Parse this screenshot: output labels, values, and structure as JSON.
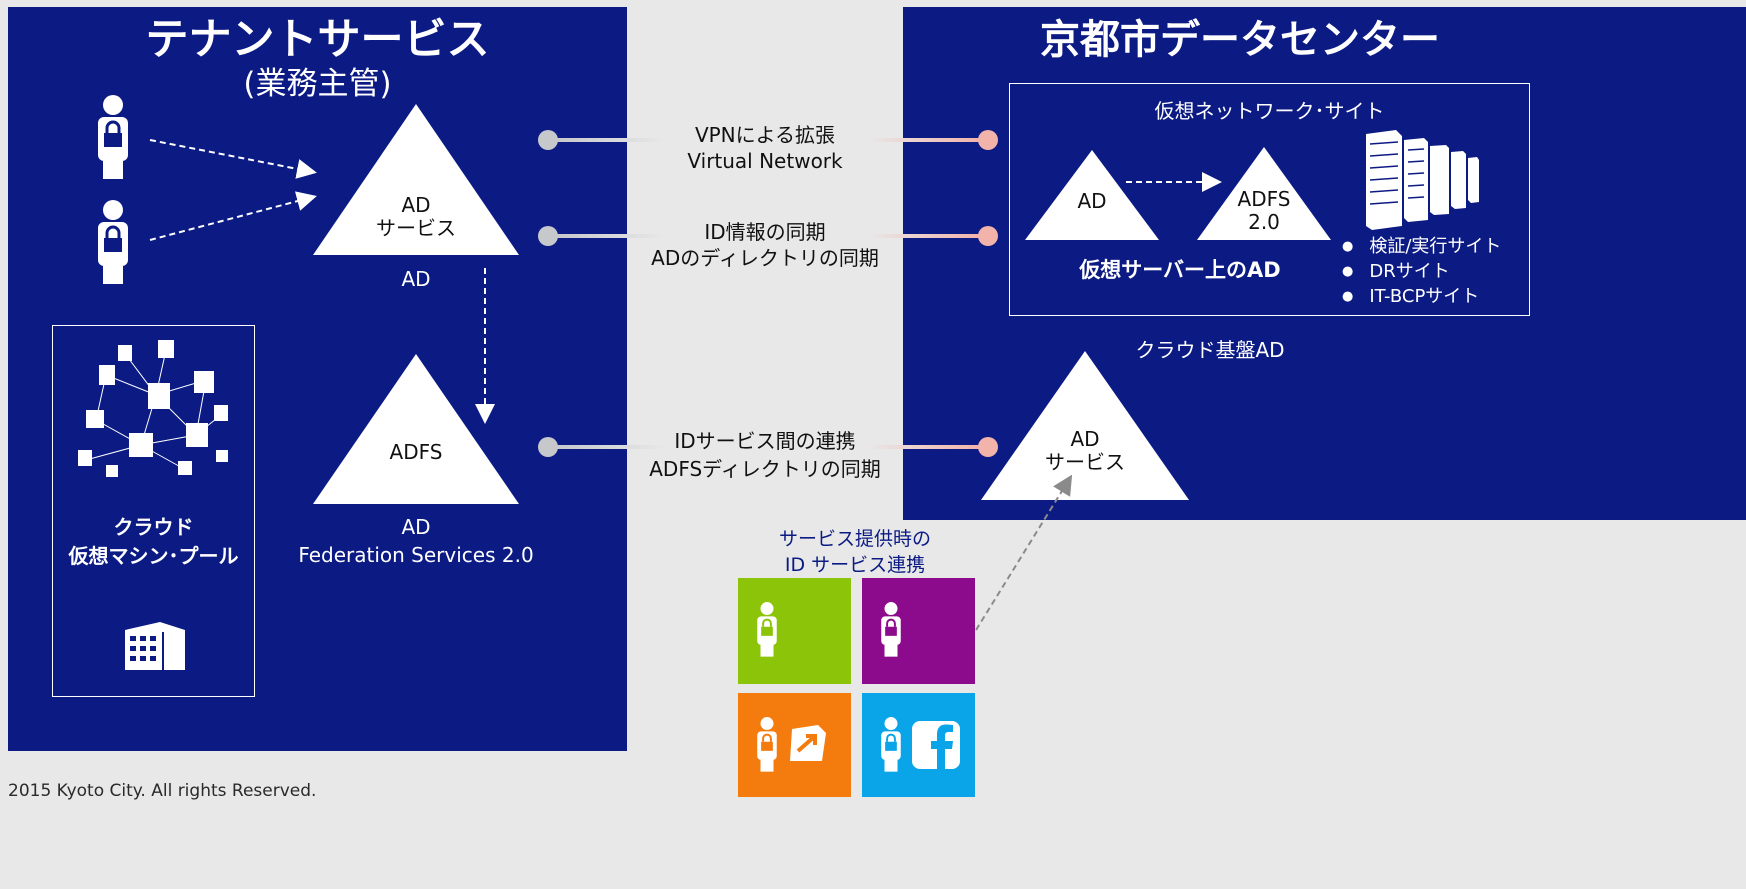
{
  "left": {
    "title": "テナントサービス",
    "subtitle": "(業務主管)",
    "ad_triangle": "AD\nサービス",
    "ad_caption": "AD",
    "adfs_triangle": "ADFS",
    "adfs_caption_1": "AD",
    "adfs_caption_2": "Federation Services 2.0",
    "pool_label_1": "クラウド",
    "pool_label_2": "仮想マシン･プール"
  },
  "middle": {
    "link1_1": "VPNによる拡張",
    "link1_2": "Virtual Network",
    "link2_1": "ID情報の同期",
    "link2_2": "ADのディレクトリの同期",
    "link3_1": "IDサービス間の連携",
    "link3_2": "ADFSディレクトリの同期",
    "services_1": "サービス提供時の",
    "services_2": "ID サービス連携"
  },
  "right": {
    "title": "京都市データセンター",
    "site_title": "仮想ネットワーク･サイト",
    "ad_triangle": "AD",
    "adfs_triangle": "ADFS\n2.0",
    "vm_caption": "仮想サーバー上のAD",
    "bullets": [
      "検証/実行サイト",
      "DRサイト",
      "IT-BCPサイト"
    ],
    "cloud_ad_caption": "クラウド基盤AD",
    "cloud_ad_triangle": "AD\nサービス"
  },
  "tiles": [
    {
      "color": "#8cc40a",
      "icon": "user-lock-icon"
    },
    {
      "color": "#8c0a8c",
      "icon": "user-lock-icon"
    },
    {
      "color": "#f47b0d",
      "icon": "user-share-icon"
    },
    {
      "color": "#0aa5e8",
      "icon": "user-facebook-icon"
    }
  ],
  "colors": {
    "panel": "#0c1b84",
    "connector_left": "#c6c8cc",
    "connector_right": "#f2b3aa"
  },
  "footer": "2015 Kyoto City. All rights Reserved."
}
